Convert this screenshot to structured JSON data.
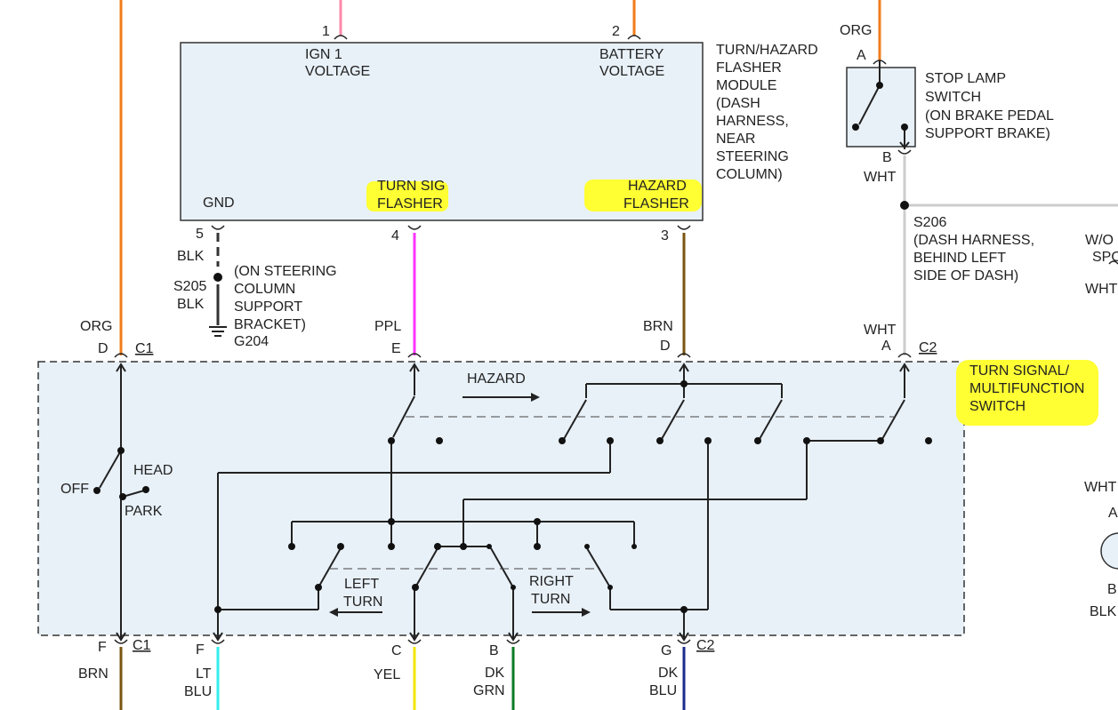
{
  "colors": {
    "org": "#f07c1a",
    "pnk": "#ff88aa",
    "ppl": "#ff33ff",
    "brn": "#7a5410",
    "blk": "#333333",
    "wht": "#cccccc",
    "ltblu": "#33eeee",
    "yel": "#f2e600",
    "dkgrn": "#0b7a23",
    "dkblu": "#1a2c8c",
    "highlight": "#ffff33",
    "component_fill": "#e8f1f8"
  },
  "flasher": {
    "pin1_num": "1",
    "pin1_l1": "IGN 1",
    "pin1_l2": "VOLTAGE",
    "pin2_num": "2",
    "pin2_l1": "BATTERY",
    "pin2_l2": "VOLTAGE",
    "gnd": "GND",
    "turn_l1": "TURN SIG",
    "turn_l2": "FLASHER",
    "haz_l1": "HAZARD",
    "haz_l2": "FLASHER",
    "pin5": "5",
    "pin4": "4",
    "pin3": "3",
    "desc": [
      "TURN/HAZARD",
      "FLASHER",
      "MODULE",
      "(DASH",
      "HARNESS,",
      "NEAR",
      "STEERING",
      "COLUMN)"
    ]
  },
  "stop_lamp": {
    "wire_top": "ORG",
    "pin_a": "A",
    "pin_b": "B",
    "wire_bottom": "WHT",
    "desc": [
      "STOP LAMP",
      "SWITCH",
      "(ON BRAKE PEDAL",
      "SUPPORT BRAKE)"
    ]
  },
  "splices": {
    "s206_l1": "S206",
    "s206_desc": [
      "(DASH HARNESS,",
      "BEHIND LEFT",
      "SIDE OF DASH)"
    ],
    "blk_top": "BLK",
    "s205": "S205",
    "blk_bot": "BLK",
    "s205_desc": [
      "(ON STEERING",
      "COLUMN",
      "SUPPORT",
      "BRACKET)"
    ],
    "g204": "G204"
  },
  "right_edge": {
    "wo": "W/O",
    "spo": "SPO",
    "wht1": "WHT",
    "wht2": "WHT",
    "a": "A",
    "b": "B",
    "blk": "BLK"
  },
  "switch": {
    "name": [
      "TURN SIGNAL/",
      "MULTIFUNCTION",
      "SWITCH"
    ],
    "top": {
      "d_color": "ORG",
      "d_pin": "D",
      "d_conn": "C1",
      "e_color": "PPL",
      "e_pin": "E",
      "brn_color": "BRN",
      "brn_pin": "D",
      "a_color": "WHT",
      "a_pin": "A",
      "a_conn": "C2"
    },
    "hazard": "HAZARD",
    "head": "HEAD",
    "off": "OFF",
    "park": "PARK",
    "left_l1": "LEFT",
    "left_l2": "TURN",
    "right_l1": "RIGHT",
    "right_l2": "TURN",
    "bottom": {
      "f1_pin": "F",
      "f1_conn": "C1",
      "f1_color": "BRN",
      "f2_pin": "F",
      "f2_c1": "LT",
      "f2_c2": "BLU",
      "c_pin": "C",
      "c_color": "YEL",
      "b_pin": "B",
      "b_c1": "DK",
      "b_c2": "GRN",
      "g_pin": "G",
      "g_conn": "C2",
      "g_c1": "DK",
      "g_c2": "BLU"
    }
  }
}
